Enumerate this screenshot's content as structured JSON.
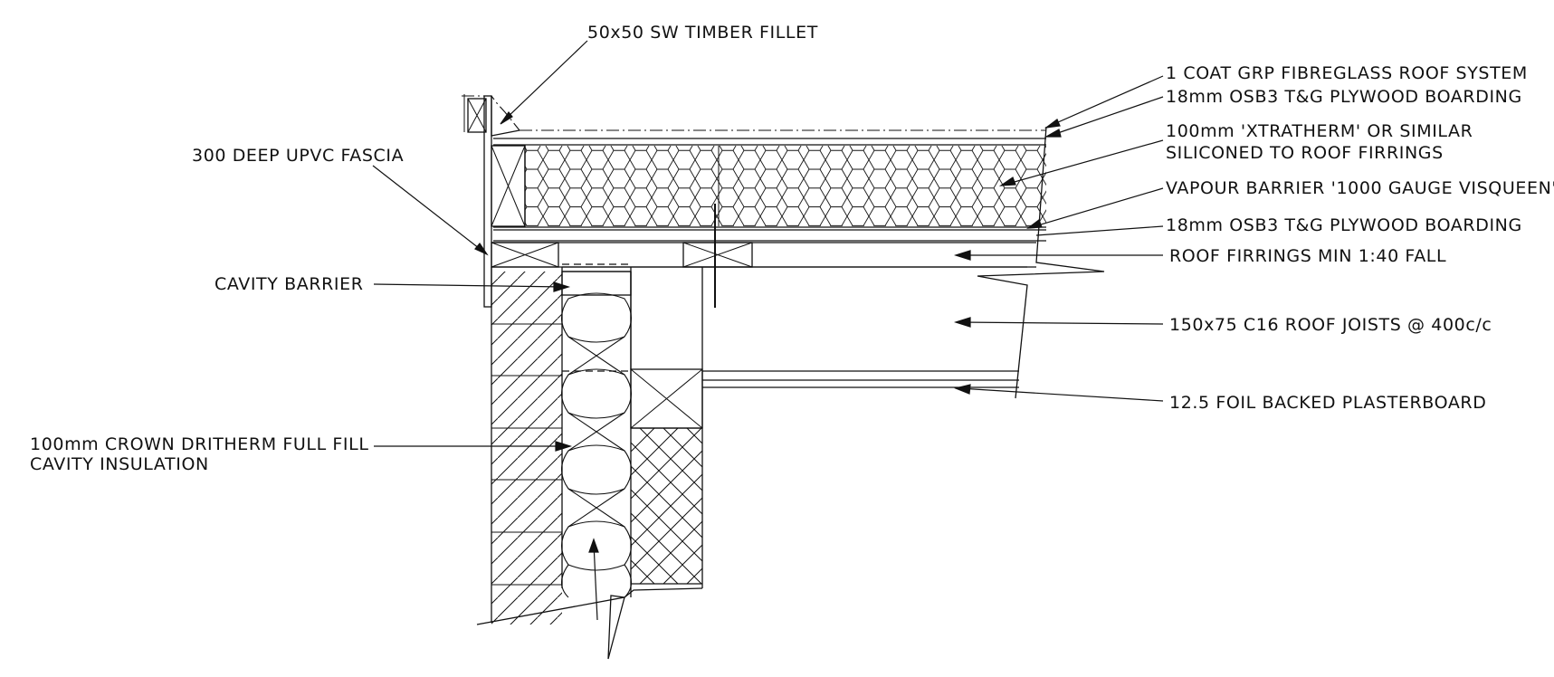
{
  "labels": {
    "timber_fillet": "50x50 SW TIMBER FILLET",
    "fascia": "300 DEEP UPVC FASCIA",
    "cavity_barrier": "CAVITY BARRIER",
    "cavity_insulation_1": "100mm CROWN DRITHERM FULL FILL",
    "cavity_insulation_2": "CAVITY INSULATION",
    "grp_roof": "1 COAT GRP FIBREGLASS ROOF SYSTEM",
    "osb_top": "18mm OSB3 T&G PLYWOOD BOARDING",
    "xtratherm_1": "100mm 'XTRATHERM' OR SIMILAR",
    "xtratherm_2": "SILICONED TO ROOF FIRRINGS",
    "vapour_barrier": "VAPOUR BARRIER '1000 GAUGE VISQUEEN'",
    "osb_bottom": "18mm OSB3 T&G PLYWOOD BOARDING",
    "firrings": "ROOF FIRRINGS MIN 1:40 FALL",
    "joists": "150x75 C16 ROOF JOISTS @ 400c/c",
    "plasterboard": "12.5 FOIL BACKED PLASTERBOARD"
  }
}
